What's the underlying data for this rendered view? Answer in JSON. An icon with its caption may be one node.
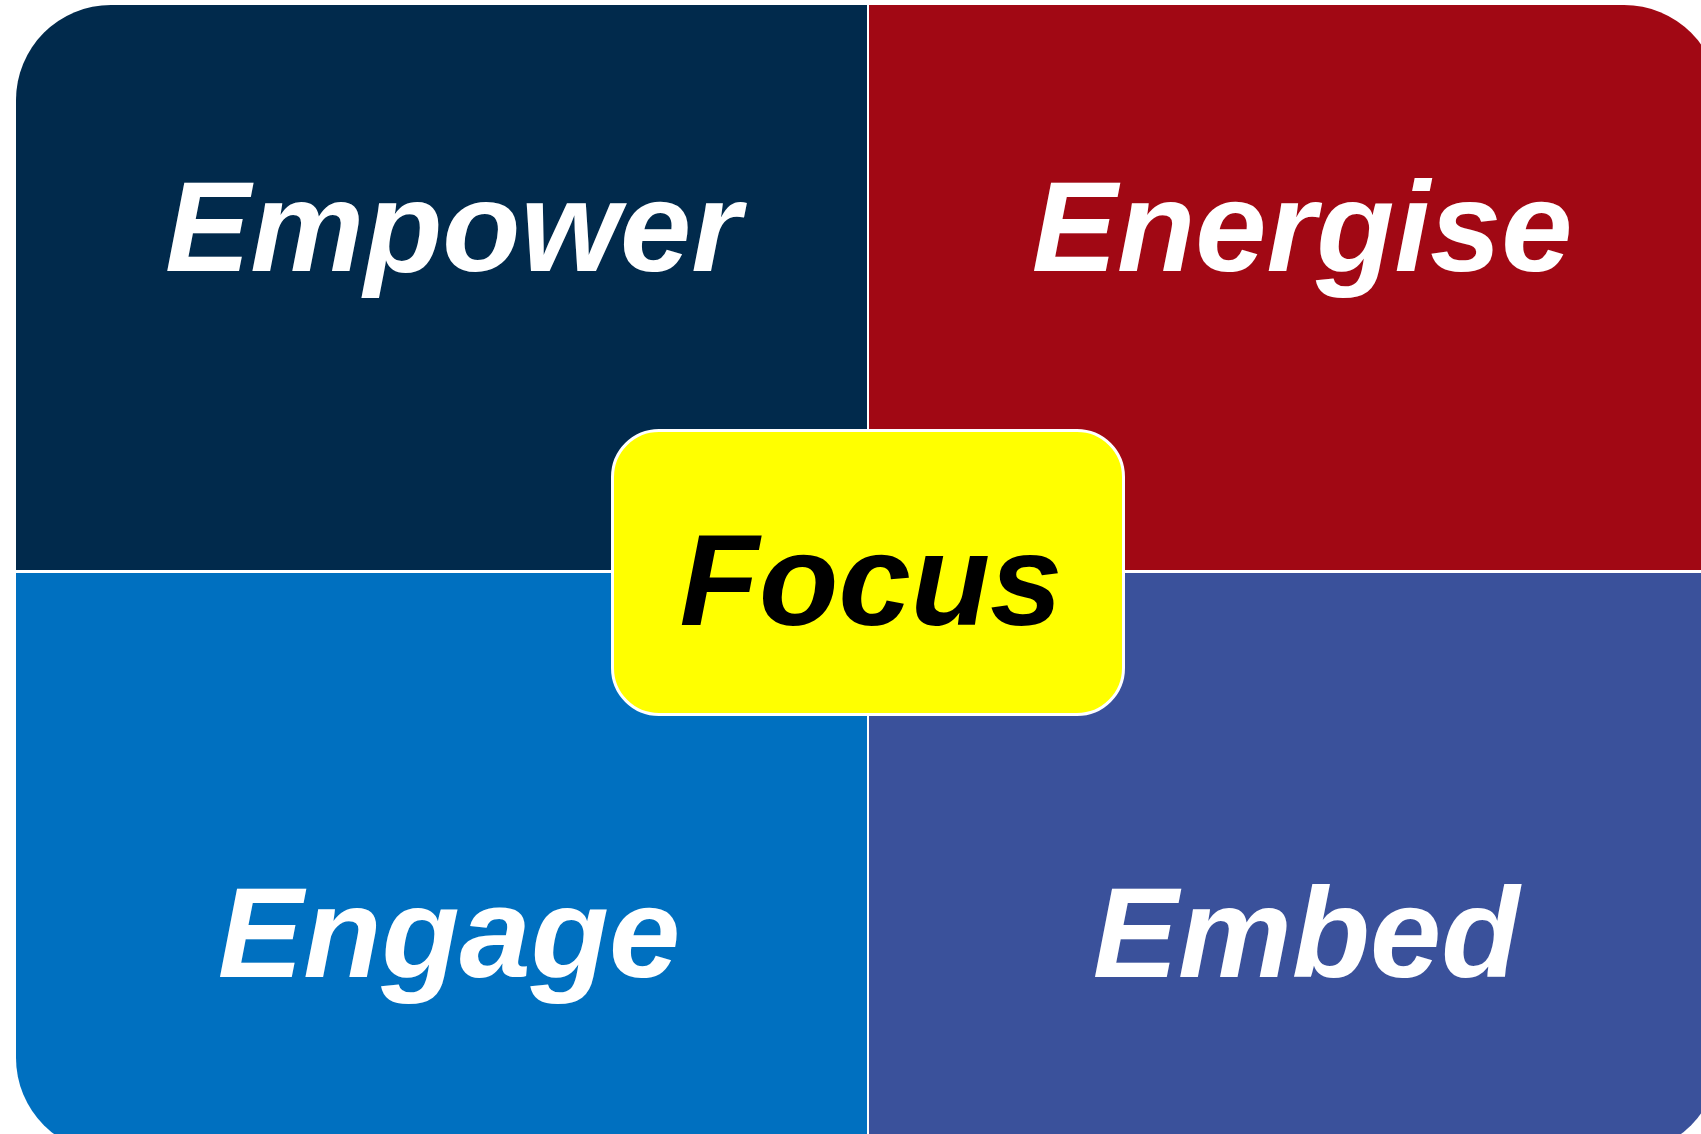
{
  "diagram": {
    "nodes": [
      {
        "text": [
          "Empower"
        ]
      },
      {
        "text": [
          "Energise"
        ]
      },
      {
        "text": [
          "Focus"
        ]
      },
      {
        "text": [
          "Engage"
        ]
      },
      {
        "text": [
          "Embed"
        ]
      }
    ]
  }
}
